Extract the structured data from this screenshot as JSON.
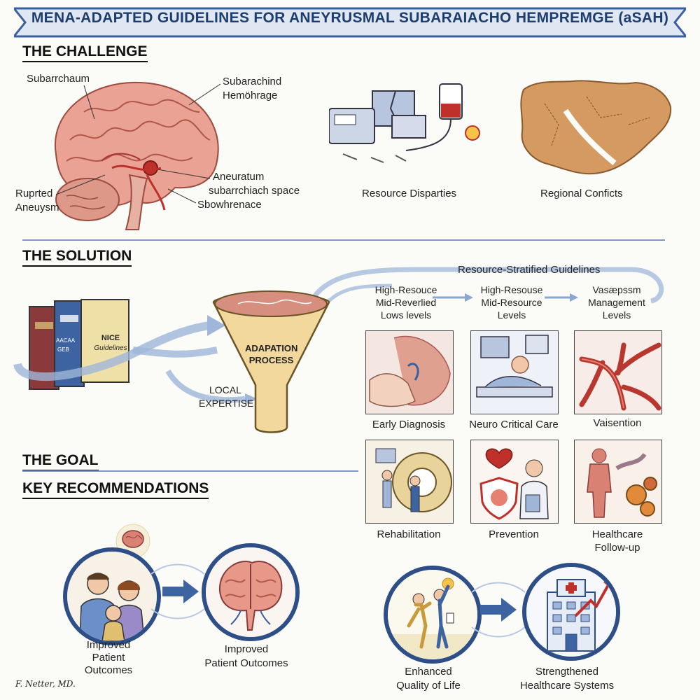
{
  "title": "MENA-ADAPTED GUIDELINES FOR ANEYRUSMAL SUBARAIACHO HEMPREMGE (aSAH)",
  "challenge": {
    "heading": "THE CHALLENGE",
    "brain_labels": {
      "top_left": "Subarrchaum",
      "top_right_1": "Subarachind",
      "top_right_2": "Hemöhrage",
      "bottom_left_1": "Ruprted",
      "bottom_left_2": "Aneuysm",
      "bottom_right_1": "Aneuratum",
      "bottom_right_2": "subarrchiach space",
      "bottom_right_3": "Sbowhrenace"
    },
    "resource_label": "Resource Disparties",
    "conflict_label": "Regional Conficts"
  },
  "solution": {
    "heading": "THE SOLUTION",
    "book_nice_1": "NICE",
    "book_nice_2": "Guidelines",
    "book_spine_1": "AACAA",
    "book_spine_2": "GEB",
    "funnel_label_1": "ADAPATION",
    "funnel_label_2": "PROCESS",
    "local_1": "LOCAL",
    "local_2": "EXPERTISE",
    "stratified_title": "Resource-Stratified Guidelines",
    "levels": [
      {
        "l1": "High-Resouce",
        "l2": "Mid-Reverlied",
        "l3": "Lows  levels"
      },
      {
        "l1": "High-Resouse",
        "l2": "Mid-Resource",
        "l3": "Levels"
      },
      {
        "l1": "Vasæpssm",
        "l2": "Management",
        "l3": "Levels"
      }
    ]
  },
  "panels": {
    "early_diagnosis": "Early Diagnosis",
    "neuro_critical": "Neuro Critical Care",
    "vaisention": "Vaisention",
    "rehabilitation": "Rehabilitation",
    "prevention": "Prevention",
    "followup_1": "Healthcare",
    "followup_2": "Follow-up"
  },
  "goal": {
    "heading": "THE GOAL",
    "key_heading": "KEY RECOMMENDATIONS",
    "outcome_1a": "Improved",
    "outcome_1b": "Patient",
    "outcome_1c": "Outcomes",
    "outcome_2a": "Improved",
    "outcome_2b": "Patient Outcomes",
    "quality_1": "Enhanced",
    "quality_2": "Quality of Life",
    "systems_1": "Strengthened",
    "systems_2": "Healthcare Systems"
  },
  "signature": "F. Netter, MD.",
  "colors": {
    "banner": "#3a5f9e",
    "navy": "#2d4e86",
    "arrow": "#7b9ac7",
    "brain": "#d98273",
    "map": "#d49a62"
  }
}
